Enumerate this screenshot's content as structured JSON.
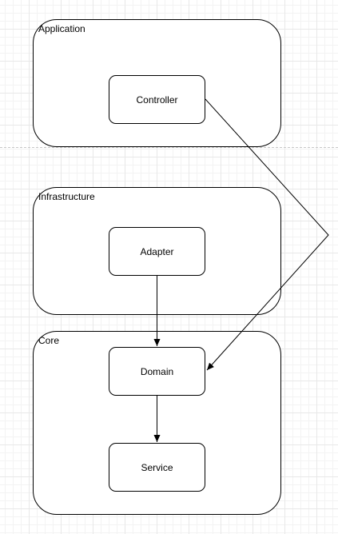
{
  "containers": {
    "application": {
      "label": "Application"
    },
    "infrastructure": {
      "label": "Infrastructure"
    },
    "core": {
      "label": "Core"
    }
  },
  "nodes": {
    "controller": {
      "label": "Controller"
    },
    "adapter": {
      "label": "Adapter"
    },
    "domain": {
      "label": "Domain"
    },
    "service": {
      "label": "Service"
    }
  },
  "edges": [
    {
      "from": "controller",
      "to": "domain"
    },
    {
      "from": "adapter",
      "to": "domain"
    },
    {
      "from": "domain",
      "to": "service"
    }
  ]
}
